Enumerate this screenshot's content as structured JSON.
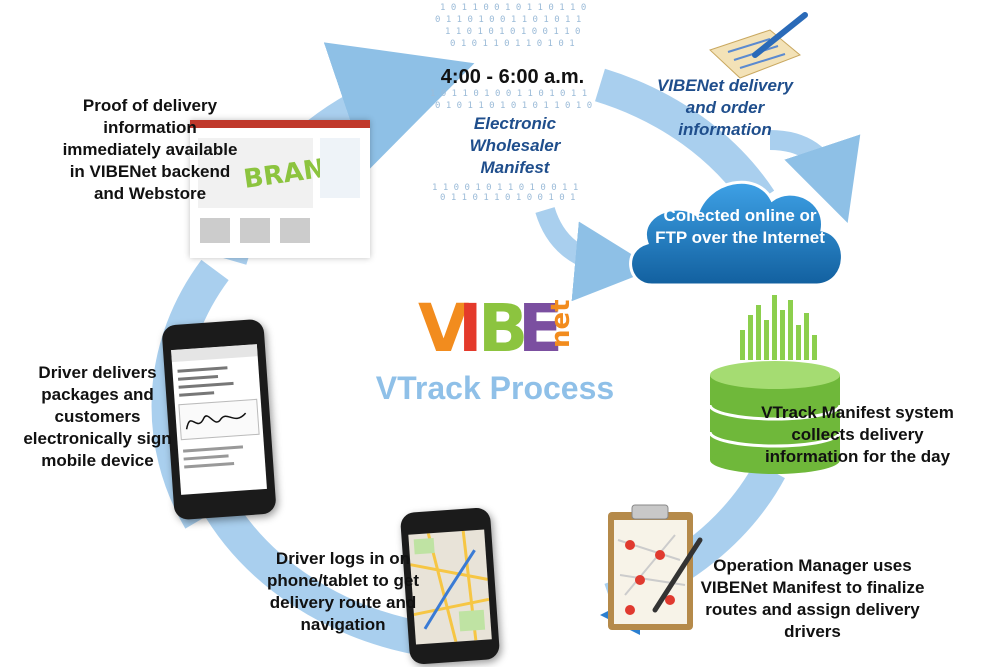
{
  "diagram": {
    "logo_letters": [
      "V",
      "I",
      "B",
      "E"
    ],
    "logo_suffix": "net",
    "title": "VTrack Process",
    "top_time": "4:00 - 6:00 a.m.",
    "top_manifest": "Electronic Wholesaler Manifest",
    "vibenet_info": "VIBENet delivery and order information",
    "cloud": "Collected online or FTP over the Internet",
    "vtrack_manifest": "VTrack Manifest system collects delivery information for the day",
    "operation_manager": "Operation Manager uses VIBENet Manifest to finalize routes and assign delivery drivers",
    "driver_logs": "Driver logs in on phone/tablet to get delivery route and navigation",
    "driver_delivers": "Driver delivers packages and customers electronically sign mobile device",
    "proof": "Proof of delivery information immediately available in VIBENet backend and Webstore"
  },
  "colors": {
    "arrow": "#8ec0e6",
    "logo": [
      "#f28c1e",
      "#e43a2b",
      "#8cc43f",
      "#7b4fa0"
    ],
    "logo_net": "#f28c1e",
    "title": "#8fc0e8",
    "cloud": "#1f7fc9",
    "db": "#7ec142"
  },
  "icons": [
    "clipboard-pen-icon",
    "cloud-icon",
    "database-icon",
    "route-map-clipboard-icon",
    "smartphone-map-icon",
    "smartphone-signature-icon",
    "webstore-screenshot"
  ]
}
